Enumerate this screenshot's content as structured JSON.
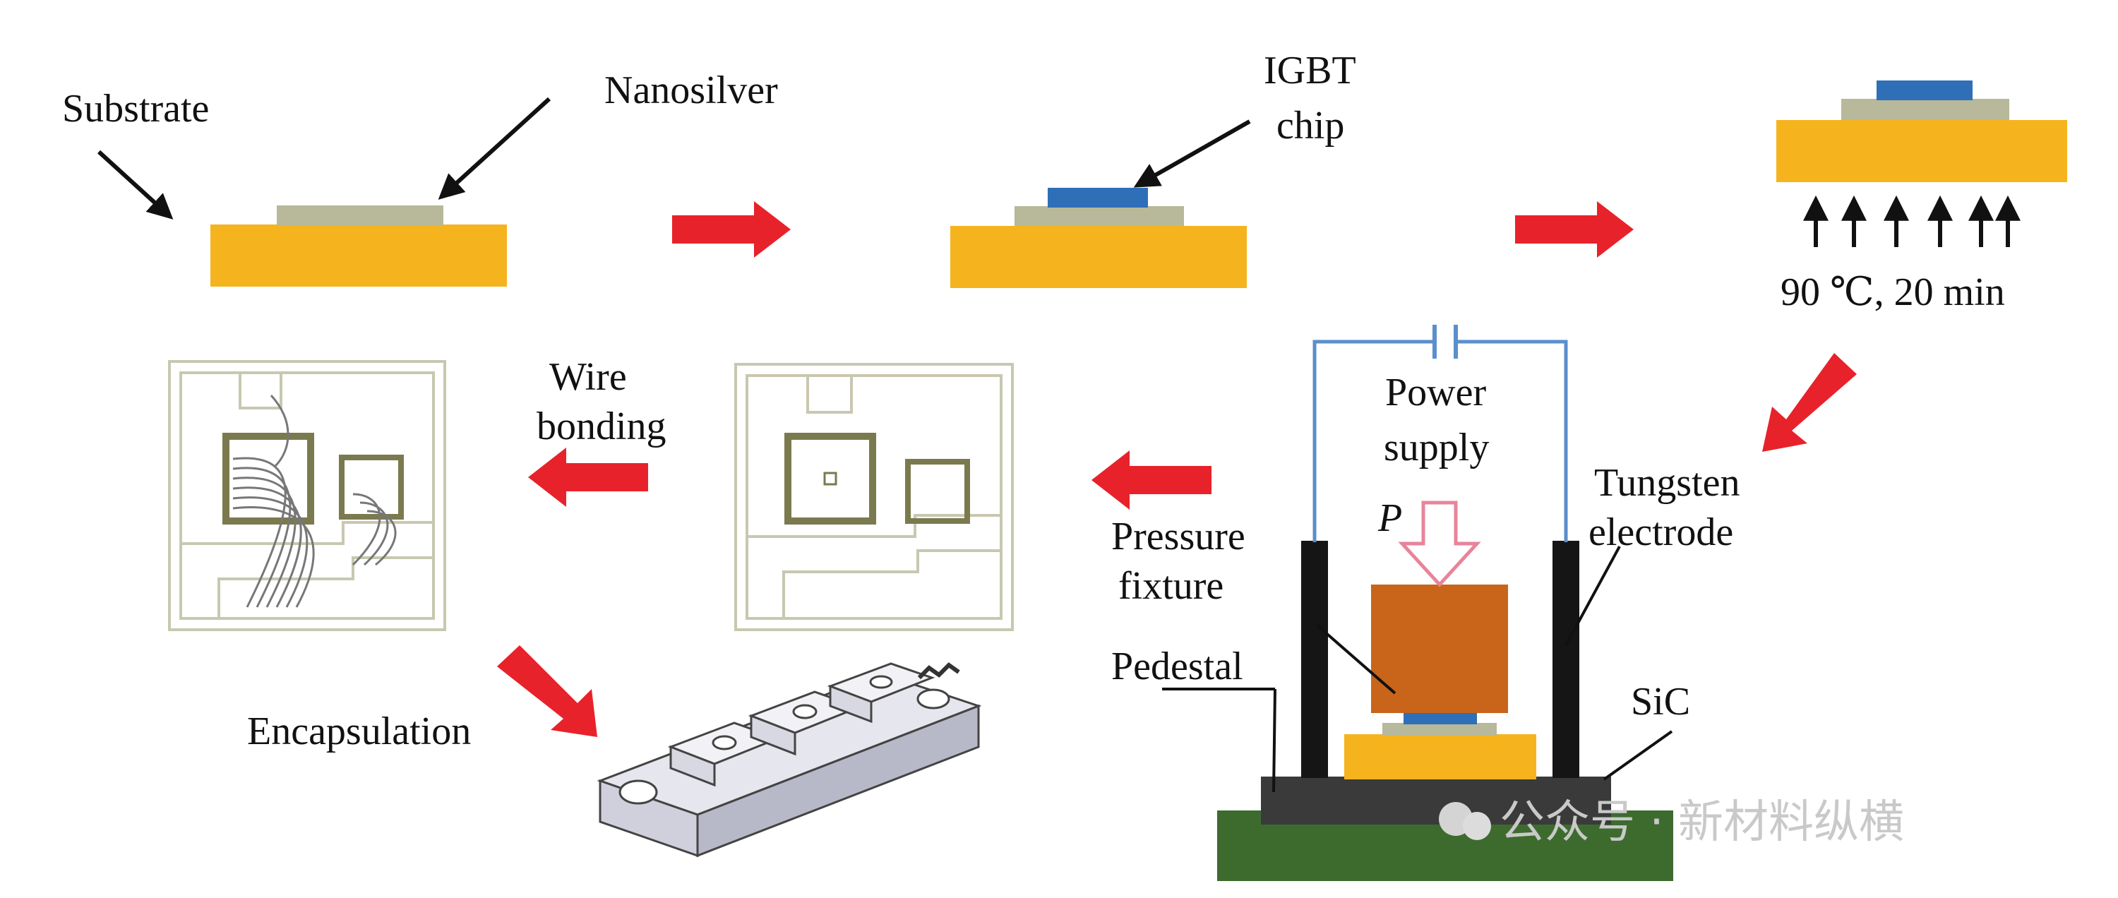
{
  "labels": {
    "substrate": "Substrate",
    "nanosilver": "Nanosilver",
    "igbt_line1": "IGBT",
    "igbt_line2": "chip",
    "heat_condition": "90 ℃, 20 min",
    "power_line1": "Power",
    "power_line2": "supply",
    "pressure_symbol": "P",
    "tungsten_line1": "Tungsten",
    "tungsten_line2": "electrode",
    "pressure_fixture_line1": "Pressure",
    "pressure_fixture_line2": "fixture",
    "pedestal": "Pedestal",
    "sic": "SiC",
    "wire_line1": "Wire",
    "wire_line2": "bonding",
    "encapsulation": "Encapsulation"
  },
  "watermark": "公众号 · 新材料纵横",
  "colors": {
    "substrate": "#F5B41E",
    "nanosilver": "#B8B89A",
    "chip": "#2E6FB8",
    "arrow": "#E8222A",
    "fixture": "#C8651B",
    "pedestal_green": "#3D6B2E",
    "electrode": "#151515",
    "wire": "#5A8FCC",
    "dbc_pad": "#7A7A4E",
    "pressure_arrow": "#E7849A"
  }
}
